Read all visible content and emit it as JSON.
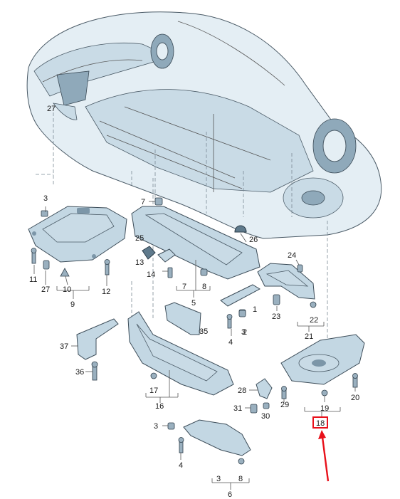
{
  "callouts": [
    {
      "id": "c3a",
      "text": "3"
    },
    {
      "id": "c27a",
      "text": "27"
    },
    {
      "id": "c11",
      "text": "11"
    },
    {
      "id": "c27b",
      "text": "27"
    },
    {
      "id": "c10",
      "text": "10"
    },
    {
      "id": "c12",
      "text": "12"
    },
    {
      "id": "c9",
      "text": "9"
    },
    {
      "id": "c7a",
      "text": "7"
    },
    {
      "id": "c25",
      "text": "25"
    },
    {
      "id": "c13",
      "text": "13"
    },
    {
      "id": "c14",
      "text": "14"
    },
    {
      "id": "c7b",
      "text": "7"
    },
    {
      "id": "c8a",
      "text": "8"
    },
    {
      "id": "c5",
      "text": "5"
    },
    {
      "id": "c26",
      "text": "26"
    },
    {
      "id": "c24",
      "text": "24"
    },
    {
      "id": "c1",
      "text": "1"
    },
    {
      "id": "c2",
      "text": "2"
    },
    {
      "id": "c23",
      "text": "23"
    },
    {
      "id": "c22",
      "text": "22"
    },
    {
      "id": "c21",
      "text": "21"
    },
    {
      "id": "c4a",
      "text": "4"
    },
    {
      "id": "c3b",
      "text": "3"
    },
    {
      "id": "c35",
      "text": "35"
    },
    {
      "id": "c37",
      "text": "37"
    },
    {
      "id": "c36",
      "text": "36"
    },
    {
      "id": "c17",
      "text": "17"
    },
    {
      "id": "c16",
      "text": "16"
    },
    {
      "id": "c28",
      "text": "28"
    },
    {
      "id": "c31",
      "text": "31"
    },
    {
      "id": "c30",
      "text": "30"
    },
    {
      "id": "c29",
      "text": "29"
    },
    {
      "id": "c20",
      "text": "20"
    },
    {
      "id": "c19",
      "text": "19"
    },
    {
      "id": "c18",
      "text": "18"
    },
    {
      "id": "c3c",
      "text": "3"
    },
    {
      "id": "c4b",
      "text": "4"
    },
    {
      "id": "c3d",
      "text": "3"
    },
    {
      "id": "c8b",
      "text": "8"
    },
    {
      "id": "c6",
      "text": "6"
    }
  ],
  "highlight": {
    "part": "18",
    "box_color": "#e8101a",
    "arrow_color": "#e8101a"
  },
  "colors": {
    "line_art": "#3d4d59",
    "part_fill": "#c3d7e3",
    "body_fill": "#e4eef4"
  }
}
